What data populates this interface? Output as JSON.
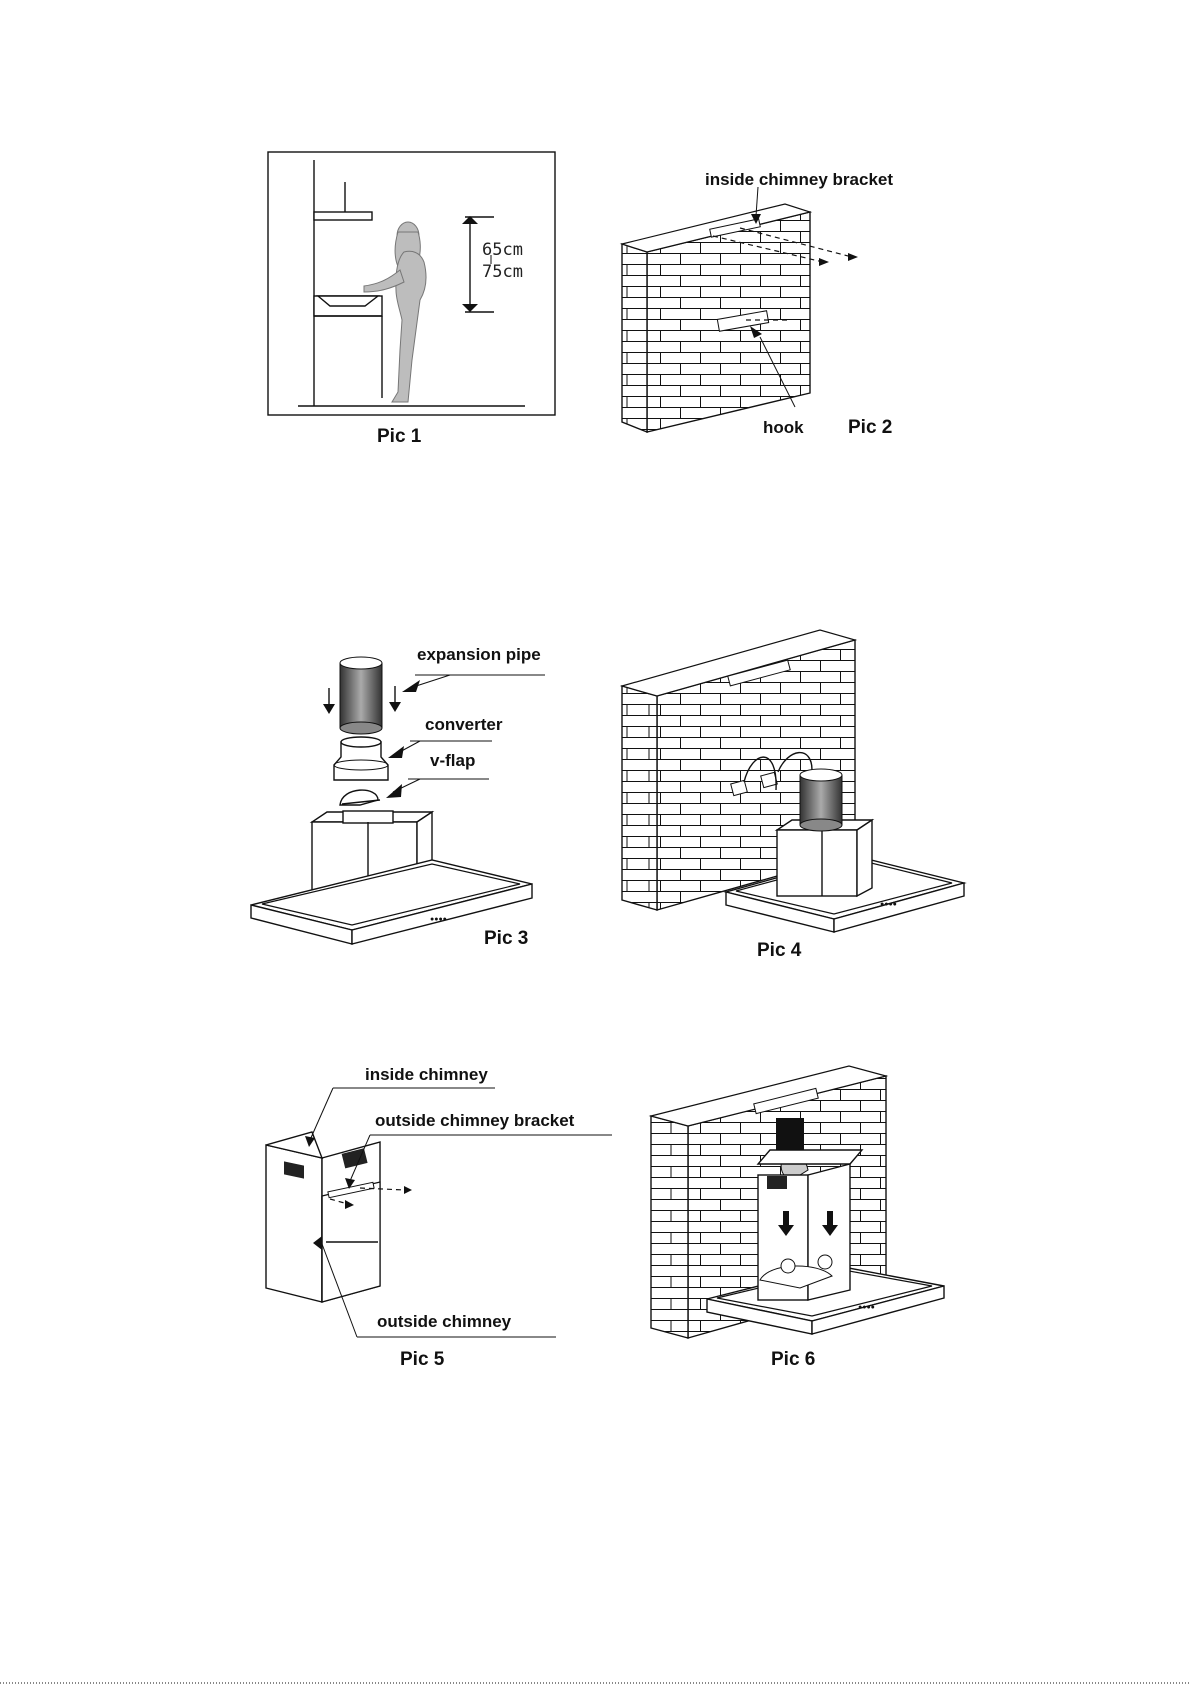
{
  "figures": {
    "pic1": {
      "caption": "Pic 1",
      "dim_top": "65cm",
      "dim_bottom": "75cm"
    },
    "pic2": {
      "caption": "Pic 2",
      "bracket_label": "inside chimney bracket",
      "hook_label": "hook"
    },
    "pic3": {
      "caption": "Pic 3",
      "pipe_label": "expansion pipe",
      "converter_label": "converter",
      "flap_label": "v-flap"
    },
    "pic4": {
      "caption": "Pic 4"
    },
    "pic5": {
      "caption": "Pic 5",
      "inside_label": "inside chimney",
      "bracket_label": "outside chimney bracket",
      "outside_label": "outside chimney"
    },
    "pic6": {
      "caption": "Pic 6"
    }
  },
  "colors": {
    "ink": "#111111",
    "figure_fill": "#bdbdbd",
    "pipe_dark": "#555555",
    "paper": "#ffffff"
  },
  "footer": {
    "rule_style": "dotted"
  }
}
